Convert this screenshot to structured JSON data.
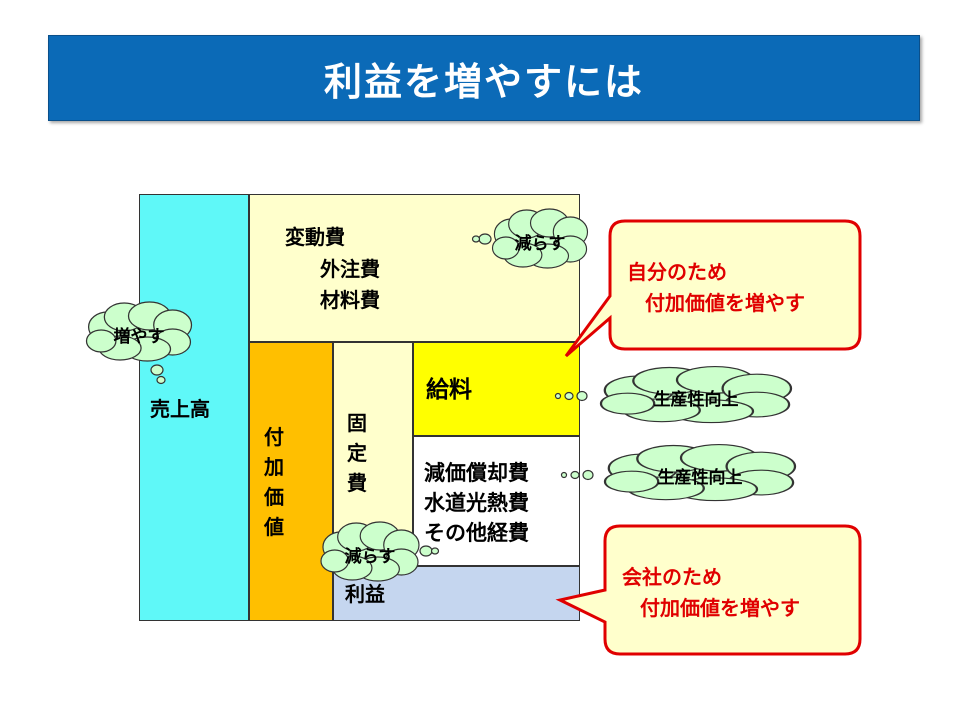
{
  "title": "利益を増やすには",
  "diagram": {
    "sales": "売上高",
    "variable_cost": "変動費",
    "variable_items": [
      "外注費",
      "材料費"
    ],
    "value_added": "付加価値",
    "fixed_cost": "固定費",
    "salary": "給料",
    "other_costs": [
      "減価償却費",
      "水道光熱費",
      "その他経費"
    ],
    "profit": "利益"
  },
  "clouds": {
    "increase": "増やす",
    "reduce_variable": "減らす",
    "reduce_fixed": "減らす",
    "productivity_1": "生産性向上",
    "productivity_2": "生産性向上"
  },
  "callouts": {
    "self_line1": "自分のため",
    "self_line2": "付加価値を増やす",
    "company_line1": "会社のため",
    "company_line2": "付加価値を増やす"
  },
  "colors": {
    "title_bg": "#0b6ab7",
    "sales": "#5ff8f8",
    "variable": "#ffffcc",
    "value_added": "#ffbf00",
    "fixed": "#ffffcc",
    "salary": "#ffff00",
    "other": "#ffffff",
    "profit": "#c5d6ef",
    "cloud": "#ccffcc",
    "callout_border": "#e00000"
  }
}
